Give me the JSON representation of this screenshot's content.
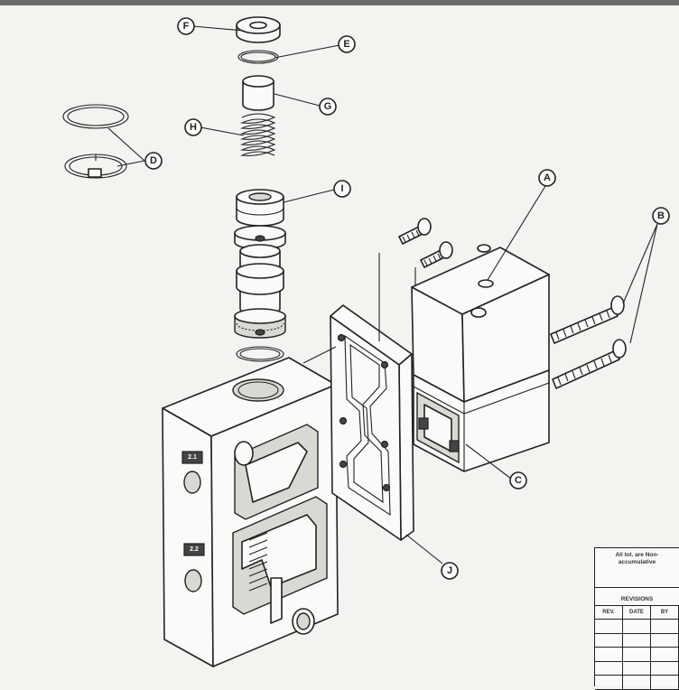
{
  "callouts": {
    "A": "A",
    "B": "B",
    "C": "C",
    "D": "D",
    "E": "E",
    "F": "F",
    "G": "G",
    "H": "H",
    "I": "I",
    "J": "J"
  },
  "body_markings": {
    "top_port": "2.1",
    "bottom_port": "2.2"
  },
  "title_block": {
    "note": "All tol. are Non-accumulative",
    "revisions_label": "REVISIONS",
    "col_rev": "REV.",
    "col_date": "DATE",
    "col_by": "BY"
  }
}
